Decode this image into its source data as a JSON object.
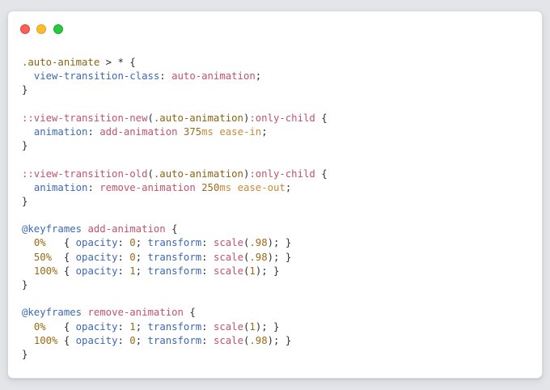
{
  "window": {
    "buttons": [
      {
        "name": "close",
        "color": "#fe5f57",
        "border": "#e0443e"
      },
      {
        "name": "minimize",
        "color": "#febc2e",
        "border": "#dea123"
      },
      {
        "name": "maximize",
        "color": "#28c840",
        "border": "#1aab29"
      }
    ]
  },
  "code": {
    "lines": [
      [
        [
          "sel",
          ".auto-animate"
        ],
        [
          "punc",
          " > * {"
        ]
      ],
      [
        [
          "plain",
          "  "
        ],
        [
          "prop",
          "view-transition-class"
        ],
        [
          "punc",
          ": "
        ],
        [
          "val",
          "auto-animation"
        ],
        [
          "punc",
          ";"
        ]
      ],
      [
        [
          "punc",
          "}"
        ]
      ],
      [],
      [
        [
          "pseudo",
          "::view-transition-new"
        ],
        [
          "punc",
          "("
        ],
        [
          "sel",
          ".auto-animation"
        ],
        [
          "punc",
          ")"
        ],
        [
          "pseudo",
          ":only-child"
        ],
        [
          "punc",
          " {"
        ]
      ],
      [
        [
          "plain",
          "  "
        ],
        [
          "prop",
          "animation"
        ],
        [
          "punc",
          ": "
        ],
        [
          "val",
          "add-animation"
        ],
        [
          "plain",
          " "
        ],
        [
          "num",
          "375"
        ],
        [
          "unit",
          "ms"
        ],
        [
          "plain",
          " "
        ],
        [
          "unit",
          "ease-in"
        ],
        [
          "punc",
          ";"
        ]
      ],
      [
        [
          "punc",
          "}"
        ]
      ],
      [],
      [
        [
          "pseudo",
          "::view-transition-old"
        ],
        [
          "punc",
          "("
        ],
        [
          "sel",
          ".auto-animation"
        ],
        [
          "punc",
          ")"
        ],
        [
          "pseudo",
          ":only-child"
        ],
        [
          "punc",
          " {"
        ]
      ],
      [
        [
          "plain",
          "  "
        ],
        [
          "prop",
          "animation"
        ],
        [
          "punc",
          ": "
        ],
        [
          "val",
          "remove-animation"
        ],
        [
          "plain",
          " "
        ],
        [
          "num",
          "250"
        ],
        [
          "unit",
          "ms"
        ],
        [
          "plain",
          " "
        ],
        [
          "unit",
          "ease-out"
        ],
        [
          "punc",
          ";"
        ]
      ],
      [
        [
          "punc",
          "}"
        ]
      ],
      [],
      [
        [
          "at",
          "@keyframes"
        ],
        [
          "plain",
          " "
        ],
        [
          "kf",
          "add-animation"
        ],
        [
          "punc",
          " {"
        ]
      ],
      [
        [
          "plain",
          "  "
        ],
        [
          "pct",
          "0%"
        ],
        [
          "plain",
          "   { "
        ],
        [
          "prop",
          "opacity"
        ],
        [
          "punc",
          ": "
        ],
        [
          "num",
          "0"
        ],
        [
          "punc",
          "; "
        ],
        [
          "prop",
          "transform"
        ],
        [
          "punc",
          ": "
        ],
        [
          "val",
          "scale"
        ],
        [
          "punc",
          "("
        ],
        [
          "num",
          ".98"
        ],
        [
          "punc",
          "); }"
        ]
      ],
      [
        [
          "plain",
          "  "
        ],
        [
          "pct",
          "50%"
        ],
        [
          "plain",
          "  { "
        ],
        [
          "prop",
          "opacity"
        ],
        [
          "punc",
          ": "
        ],
        [
          "num",
          "0"
        ],
        [
          "punc",
          "; "
        ],
        [
          "prop",
          "transform"
        ],
        [
          "punc",
          ": "
        ],
        [
          "val",
          "scale"
        ],
        [
          "punc",
          "("
        ],
        [
          "num",
          ".98"
        ],
        [
          "punc",
          "); }"
        ]
      ],
      [
        [
          "plain",
          "  "
        ],
        [
          "pct",
          "100%"
        ],
        [
          "plain",
          " { "
        ],
        [
          "prop",
          "opacity"
        ],
        [
          "punc",
          ": "
        ],
        [
          "num",
          "1"
        ],
        [
          "punc",
          "; "
        ],
        [
          "prop",
          "transform"
        ],
        [
          "punc",
          ": "
        ],
        [
          "val",
          "scale"
        ],
        [
          "punc",
          "("
        ],
        [
          "num",
          "1"
        ],
        [
          "punc",
          "); }"
        ]
      ],
      [
        [
          "punc",
          "}"
        ]
      ],
      [],
      [
        [
          "at",
          "@keyframes"
        ],
        [
          "plain",
          " "
        ],
        [
          "kf",
          "remove-animation"
        ],
        [
          "punc",
          " {"
        ]
      ],
      [
        [
          "plain",
          "  "
        ],
        [
          "pct",
          "0%"
        ],
        [
          "plain",
          "   { "
        ],
        [
          "prop",
          "opacity"
        ],
        [
          "punc",
          ": "
        ],
        [
          "num",
          "1"
        ],
        [
          "punc",
          "; "
        ],
        [
          "prop",
          "transform"
        ],
        [
          "punc",
          ": "
        ],
        [
          "val",
          "scale"
        ],
        [
          "punc",
          "("
        ],
        [
          "num",
          "1"
        ],
        [
          "punc",
          "); }"
        ]
      ],
      [
        [
          "plain",
          "  "
        ],
        [
          "pct",
          "100%"
        ],
        [
          "plain",
          " { "
        ],
        [
          "prop",
          "opacity"
        ],
        [
          "punc",
          ": "
        ],
        [
          "num",
          "0"
        ],
        [
          "punc",
          "; "
        ],
        [
          "prop",
          "transform"
        ],
        [
          "punc",
          ": "
        ],
        [
          "val",
          "scale"
        ],
        [
          "punc",
          "("
        ],
        [
          "num",
          ".98"
        ],
        [
          "punc",
          "); }"
        ]
      ],
      [
        [
          "punc",
          "}"
        ]
      ]
    ]
  }
}
